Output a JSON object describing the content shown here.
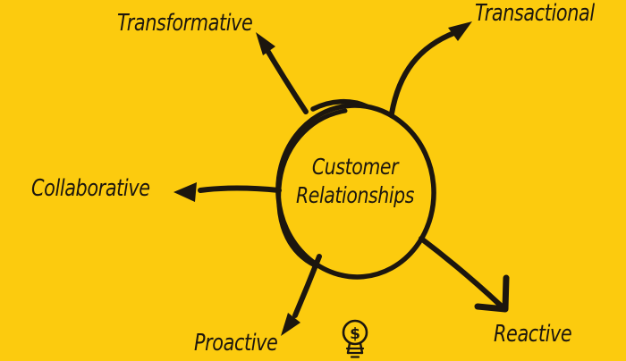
{
  "canvas": {
    "background_color": "#FCCB0E",
    "ink_color": "#1C160E"
  },
  "center_node": {
    "line1": "Customer",
    "line2": "Relationships"
  },
  "branches": [
    {
      "id": "transformative",
      "label": "Transformative",
      "direction": "top-left"
    },
    {
      "id": "transactional",
      "label": "Transactional",
      "direction": "top-right"
    },
    {
      "id": "collaborative",
      "label": "Collaborative",
      "direction": "left"
    },
    {
      "id": "proactive",
      "label": "Proactive",
      "direction": "bottom-left"
    },
    {
      "id": "reactive",
      "label": "Reactive",
      "direction": "bottom-right"
    }
  ],
  "footer_icon": {
    "name": "dollar-lightbulb-icon",
    "glyph": "$"
  }
}
